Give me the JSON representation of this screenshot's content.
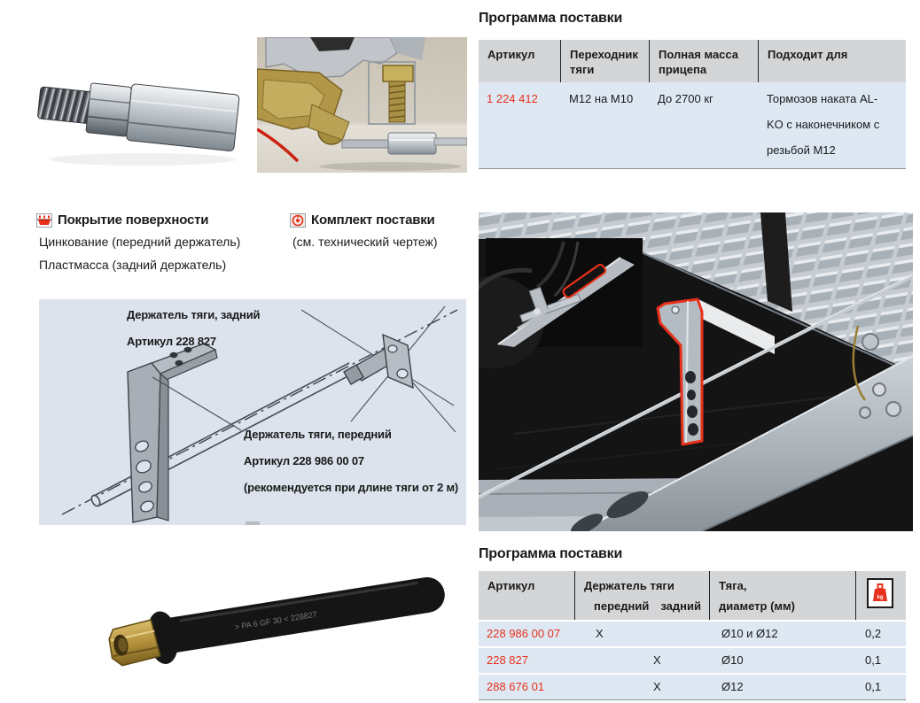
{
  "headings": {
    "top_table": "Программа поставки",
    "bottom_table": "Программа поставки"
  },
  "coating": {
    "icon": "dip-bath-icon",
    "title": "Покрытие поверхности",
    "line1": "Цинкование (передний держатель)",
    "line2": "Пластмасса (задний держатель)"
  },
  "kit": {
    "icon": "package-icon",
    "title": "Комплект поставки",
    "line1": "(см. технический чертеж)"
  },
  "drawing": {
    "rear_label_line1": "Держатель тяги, задний",
    "rear_label_line2": "Артикул 228 827",
    "front_label_line1": "Держатель тяги, передний",
    "front_label_line2": "Артикул 228 986 00 07",
    "front_label_line3": "(рекомендуется при длине тяги от 2 м)"
  },
  "table1": {
    "headers": [
      "Артикул",
      "Переходник тяги",
      "Полная масса прицепа",
      "Подходит для"
    ],
    "rows": [
      {
        "article": "1 224 412",
        "adapter": "М12 на М10",
        "mass": "До 2700 кг",
        "fits": "Тормозов наката AL-KO с наконечником с резьбой М12"
      }
    ]
  },
  "table2": {
    "col_article": "Артикул",
    "col_holder": "Держатель тяги",
    "col_holder_front": "передний",
    "col_holder_rear": "задний",
    "col_rod_line1": "Тяга,",
    "col_rod_line2": "диаметр (мм)",
    "weight_icon": "weight-kg-icon",
    "weight_icon_label": "kg",
    "rows": [
      {
        "article": "228 986 00 07",
        "front": "X",
        "rear": "",
        "diameter": "Ø10 и Ø12",
        "weight": "0,2"
      },
      {
        "article": "228 827",
        "front": "",
        "rear": "X",
        "diameter": "Ø10",
        "weight": "0,1"
      },
      {
        "article": "288 676 01",
        "front": "",
        "rear": "X",
        "diameter": "Ø12",
        "weight": "0,1"
      }
    ]
  },
  "photos": {
    "rod_marking": "> PA 6 GF 30 <        228827"
  },
  "colors": {
    "accent_red": "#e8301a",
    "table_header_bg": "#d3d5d7",
    "table_row_bg": "#dde8f3",
    "drawing_bg": "#dce3ed",
    "text": "#1a1a1a"
  }
}
